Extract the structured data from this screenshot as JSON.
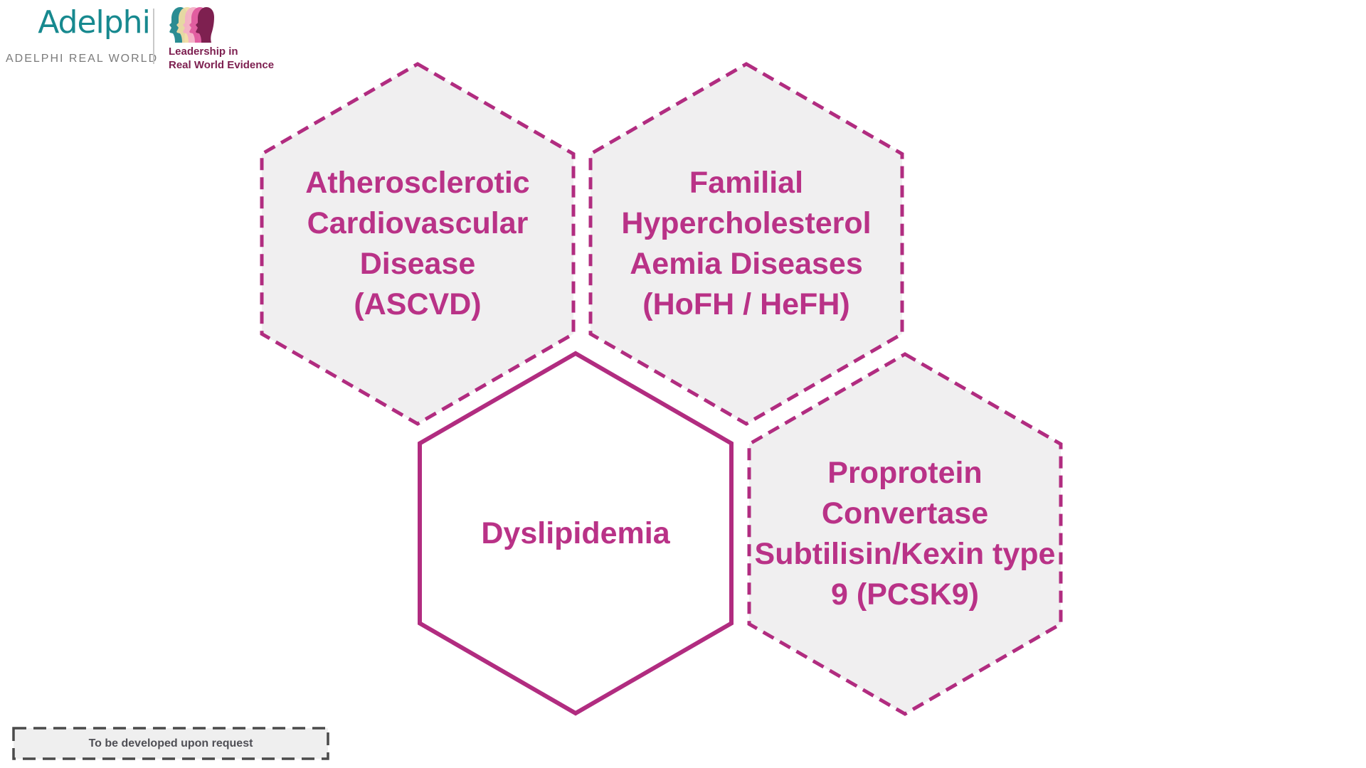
{
  "header": {
    "brand_wordmark": "Adelphi",
    "brand_caption": "ADELPHI REAL WORLD",
    "tagline_line1": "Leadership in",
    "tagline_line2": "Real World Evidence"
  },
  "hexagons": [
    {
      "id": "ascvd",
      "label": "Atherosclerotic\nCardiovascular\nDisease\n(ASCVD)",
      "border": "dashed",
      "status": "to-be-developed"
    },
    {
      "id": "fh",
      "label": "Familial\nHypercholesterol\nAemia Diseases\n(HoFH / HeFH)",
      "border": "dashed",
      "status": "to-be-developed"
    },
    {
      "id": "dyslipidemia",
      "label": "Dyslipidemia",
      "border": "solid",
      "status": "available"
    },
    {
      "id": "pcsk9",
      "label": "Proprotein\nConvertase\nSubtilisin/Kexin type\n9 (PCSK9)",
      "border": "dashed",
      "status": "to-be-developed"
    }
  ],
  "legend": {
    "label": "To be developed upon request"
  },
  "colors": {
    "accent_magenta_text": "#B93287",
    "hex_border": "#B12C80",
    "hex_fill_dashed": "#F0EFF0",
    "hex_fill_solid": "#FFFFFF",
    "brand_teal": "#17898F",
    "brand_maroon": "#7D1F50",
    "legend_border": "#4A4A4A",
    "legend_fill": "#EFEFEF",
    "heads_palette": [
      "#2A8C92",
      "#F0DCA4",
      "#F3AFC6",
      "#DF5A9E",
      "#7E2050"
    ]
  }
}
